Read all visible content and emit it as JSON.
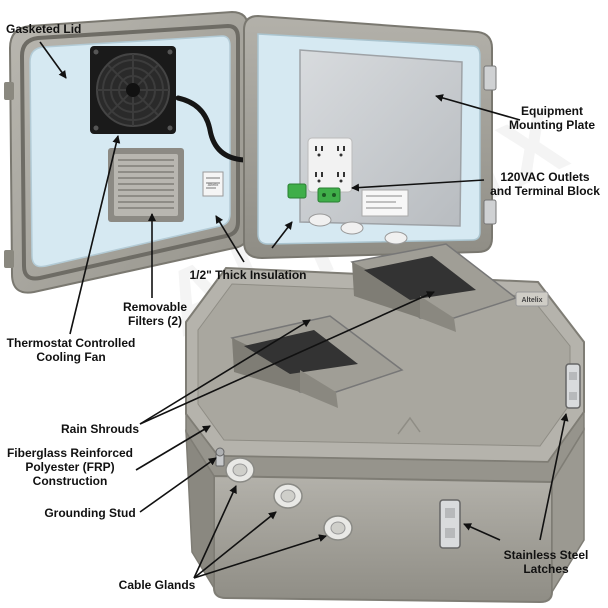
{
  "image_label": "Altelix enclosure product photo with callouts",
  "labels": {
    "gasketed_lid": "Gasketed Lid",
    "equipment_plate": "Equipment\nMounting Plate",
    "outlets": "120VAC Outlets\nand Terminal Block",
    "insulation": "1/2\" Thick Insulation",
    "filters": "Removable\nFilters (2)",
    "fan": "Thermostat Controlled\nCooling Fan",
    "rain_shrouds": "Rain Shrouds",
    "frp": "Fiberglass Reinforced\nPolyester (FRP)\nConstruction",
    "grounding_stud": "Grounding Stud",
    "latches": "Stainless Steel\nLatches",
    "cable_glands": "Cable Glands"
  },
  "brand": {
    "badge": "Altelix",
    "watermark": "ALTELIX"
  },
  "colors": {
    "enclosure_gray": "#a9a79f",
    "enclosure_dark": "#86847c",
    "insulation_blue": "#d6e9f2",
    "plate_gray": "#c9cdd1",
    "fan_black": "#1a1a1a",
    "filter_gray": "#b8b6b0",
    "outlet_white": "#f2f2f2",
    "terminal_green": "#3fae49",
    "label_text": "#111111"
  }
}
